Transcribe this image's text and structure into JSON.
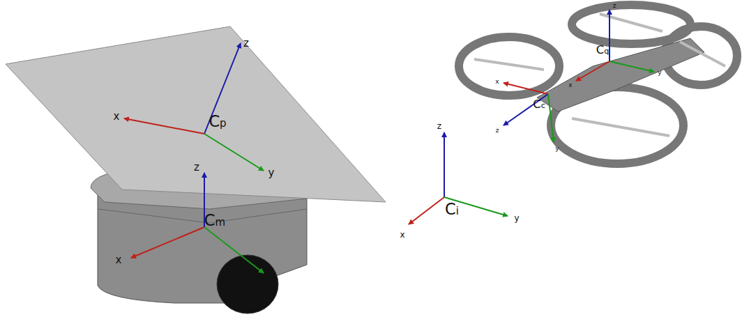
{
  "diagram": {
    "labels": [
      "z",
      "x",
      "Cp",
      "y",
      "z",
      "Cm",
      "x",
      "y",
      "z",
      "Cq",
      "x",
      "y",
      "x",
      "Cc",
      "z",
      "y",
      "z",
      "Ci",
      "x",
      "y"
    ]
  }
}
